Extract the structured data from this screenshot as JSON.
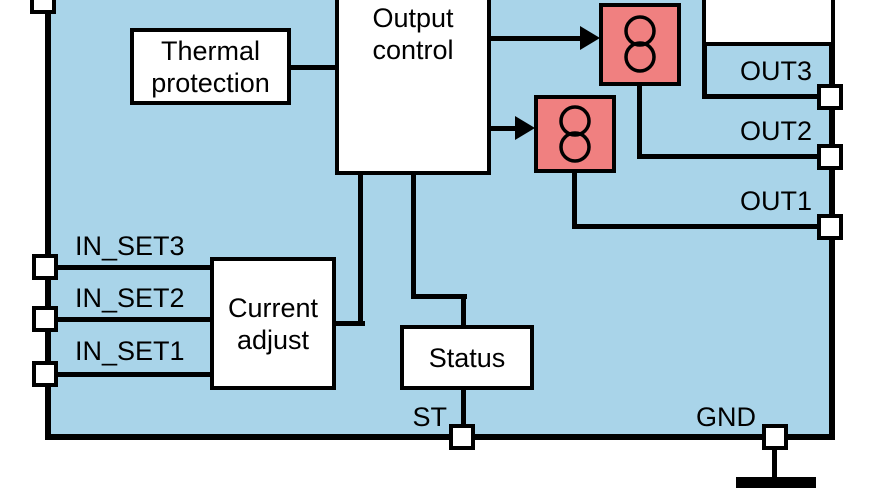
{
  "blocks": {
    "thermal_protection": {
      "line1": "Thermal",
      "line2": "protection"
    },
    "output_control": {
      "line1": "Output",
      "line2": "control"
    },
    "current_adjust": {
      "line1": "Current",
      "line2": "adjust"
    },
    "status": {
      "label": "Status"
    }
  },
  "pins": {
    "in_set3": "IN_SET3",
    "in_set2": "IN_SET2",
    "in_set1": "IN_SET1",
    "out3": "OUT3",
    "out2": "OUT2",
    "out1": "OUT1",
    "st": "ST",
    "gnd": "GND"
  },
  "icons": {
    "current_source_top": "current-source-icon",
    "current_source_bottom": "current-source-icon"
  },
  "colors": {
    "chip_background": "#a9d4e9",
    "block_fill": "#ffffff",
    "current_source_fill": "#f08080",
    "line": "#000000"
  }
}
